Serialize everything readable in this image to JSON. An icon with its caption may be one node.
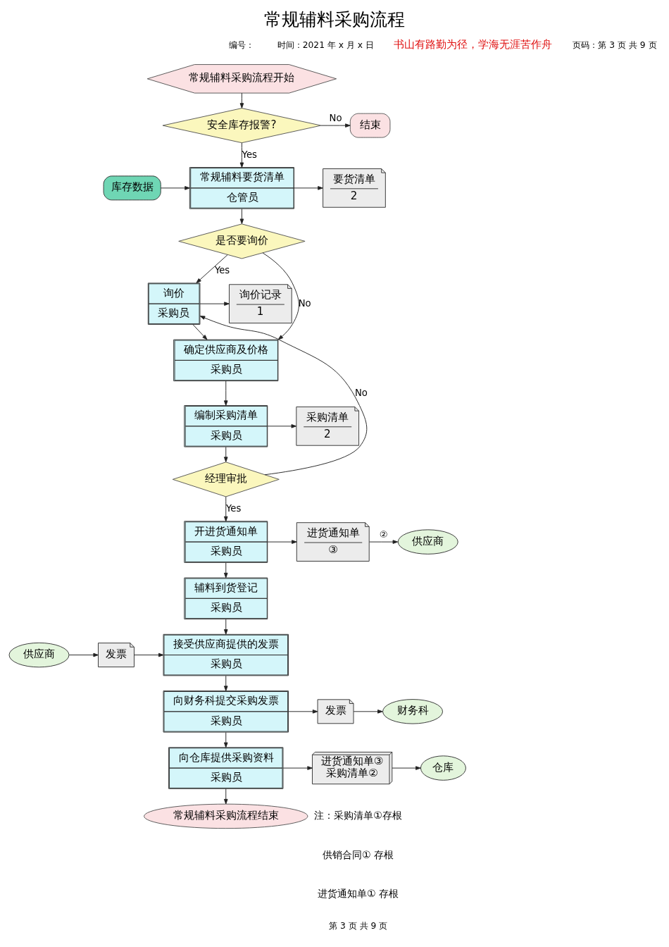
{
  "diagram": {
    "title": "常规辅料采购流程",
    "nodes": [
      {
        "text": [
          "常规辅料采购流程开始"
        ]
      },
      {
        "text": [
          "安全库存报警?"
        ]
      },
      {
        "text": [
          "结束"
        ]
      },
      {
        "text": [
          "要货清单",
          "2"
        ]
      },
      {
        "text": [
          "常规辅料要货清单",
          "仓管员"
        ]
      },
      {
        "text": [
          "库存数据"
        ]
      },
      {
        "text": [
          "是否要询价"
        ]
      },
      {
        "text": [
          "询价记录",
          "1"
        ]
      },
      {
        "text": [
          "询价",
          "采购员"
        ]
      },
      {
        "text": [
          "确定供应商及价格",
          "采购员"
        ]
      },
      {
        "text": [
          "采购清单",
          "2"
        ]
      },
      {
        "text": [
          "编制采购清单",
          "采购员"
        ]
      },
      {
        "text": [
          "经理审批"
        ]
      },
      {
        "text": [
          "开进货通知单",
          "采购员"
        ]
      },
      {
        "text": [
          "进货通知单",
          "③"
        ]
      },
      {
        "text": [
          "供应商"
        ]
      },
      {
        "text": [
          "辅料到货登记",
          "采购员"
        ]
      },
      {
        "text": [
          "接受供应商提供的发票",
          "采购员"
        ]
      },
      {
        "text": [
          "发票"
        ]
      },
      {
        "text": [
          "供应商"
        ]
      },
      {
        "text": [
          "向财务科提交采购发票",
          "采购员"
        ]
      },
      {
        "text": [
          "发票"
        ]
      },
      {
        "text": [
          "财务科"
        ]
      },
      {
        "text": [
          "向仓库提供采购资料",
          "采购员"
        ]
      },
      {
        "text": [
          "进货通知单③",
          "采购清单②"
        ]
      },
      {
        "text": [
          "仓库"
        ]
      },
      {
        "text": [
          "常规辅料采购流程结束"
        ]
      }
    ],
    "edges": [
      {
        "from": 0,
        "to": 1,
        "arrow": "to"
      },
      {
        "from": 1,
        "to": 2,
        "arrow": "to",
        "label": "No"
      },
      {
        "from": 1,
        "to": 4,
        "arrow": "to",
        "label": "Yes"
      },
      {
        "from": 4,
        "to": 3,
        "arrow": "to"
      },
      {
        "from": 5,
        "to": 4,
        "arrow": "to"
      },
      {
        "from": 4,
        "to": 6,
        "arrow": "to"
      },
      {
        "from": 6,
        "to": 9,
        "arrow": "to",
        "label": "No"
      },
      {
        "from": 6,
        "to": 8,
        "arrow": "to",
        "label": "Yes"
      },
      {
        "from": 8,
        "to": 7,
        "arrow": "to"
      },
      {
        "from": 8,
        "to": 9,
        "arrow": "to"
      },
      {
        "from": 9,
        "to": 11,
        "arrow": "to"
      },
      {
        "from": 11,
        "to": 10,
        "arrow": "to"
      },
      {
        "from": 11,
        "to": 12,
        "arrow": "to"
      },
      {
        "from": 12,
        "to": 8,
        "arrow": "to",
        "label": "No"
      },
      {
        "from": 12,
        "to": 13,
        "arrow": "to",
        "label": "Yes"
      },
      {
        "from": 13,
        "to": 14,
        "arrow": "to"
      },
      {
        "from": 14,
        "to": 15,
        "arrow": "to",
        "label": "②"
      },
      {
        "from": 13,
        "to": 16,
        "arrow": "to"
      },
      {
        "from": 16,
        "to": 17,
        "arrow": "to"
      },
      {
        "from": 19,
        "to": 18,
        "arrow": "to"
      },
      {
        "from": 18,
        "to": 17,
        "arrow": "to"
      },
      {
        "from": 17,
        "to": 20,
        "arrow": "to"
      },
      {
        "from": 20,
        "to": 21,
        "arrow": "to"
      },
      {
        "from": 21,
        "to": 22,
        "arrow": "to"
      },
      {
        "from": 20,
        "to": 23,
        "arrow": "to"
      },
      {
        "from": 23,
        "to": 24,
        "arrow": "to"
      },
      {
        "from": 24,
        "to": 25,
        "arrow": "to"
      },
      {
        "from": 23,
        "to": 26,
        "arrow": "to"
      }
    ],
    "labels": [
      "编号：",
      "时间：2021 年 x 月 x 日",
      "书山有路勤为径，学海无涯苦作舟",
      "页码：第 3 页 共 9 页",
      "注：采购清单①存根",
      "供销合同① 存根",
      "进货通知单① 存根",
      "第 3 页 共 9 页"
    ]
  }
}
